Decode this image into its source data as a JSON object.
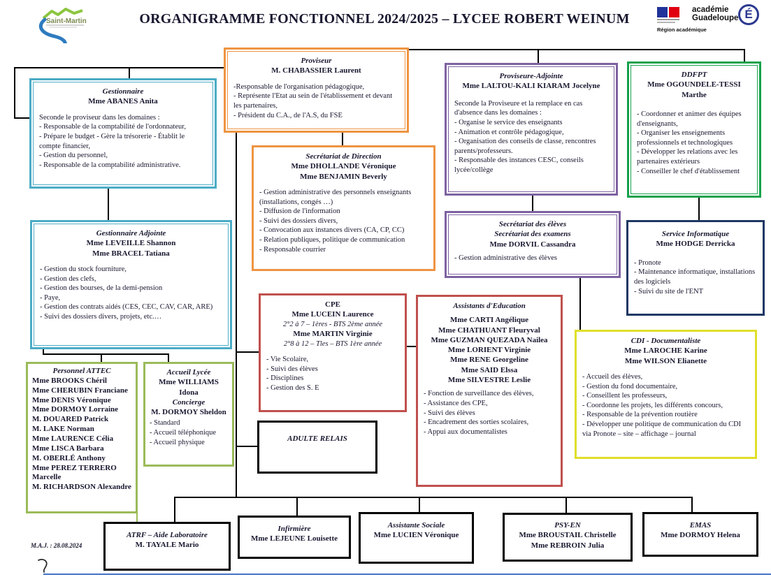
{
  "page": {
    "title": "ORGANIGRAMME FONCTIONNEL 2024/2025 – LYCEE ROBERT WEINUM",
    "maj": "M.A.J. : 28.08.2024"
  },
  "logos": {
    "saint_martin": "Saint-Martin",
    "academie_line1": "académie",
    "academie_line2": "Guadeloupe",
    "academie_badge": "É",
    "academie_caption": "Région académique"
  },
  "colors": {
    "orange": "#EE9442",
    "teal": "#4BACC6",
    "purple": "#7E62A1",
    "green": "#15A24B",
    "navy": "#1F3864",
    "red": "#C0504D",
    "yellow": "#DFDF2A",
    "olive": "#9BBB59",
    "black": "#000000",
    "bottom_rule_blue": "#4472C4",
    "text": "#181830"
  },
  "boxes": {
    "proviseur": {
      "accent": "#EE9442",
      "role": "Proviseur",
      "names": [
        "M. CHABASSIER Laurent"
      ],
      "duties": [
        "-Responsable de l'organisation pédagogique,",
        "- Représente l'Etat au sein de l'établissement et devant les partenaires,",
        "- Président du C.A., de l'A.S, du FSE"
      ]
    },
    "gestionnaire": {
      "accent": "#4BACC6",
      "role": "Gestionnaire",
      "names": [
        "Mme ABANES Anita"
      ],
      "duties": [
        "Seconde le proviseur dans les domaines :",
        "- Responsable de la comptabilité de l'ordonnateur,",
        "- Prépare le budget - Gère la trésorerie - Établit le compte financier,",
        "- Gestion du personnel,",
        "- Responsable de la comptabilité administrative."
      ]
    },
    "proviseure_adjointe": {
      "accent": "#7E62A1",
      "role": "Proviseure-Adjointe",
      "names": [
        "Mme LALTOU-KALI KIARAM Jocelyne"
      ],
      "duties": [
        "Seconde la Proviseure et la remplace en cas d'absence dans les domaines :",
        "- Organise le service des enseignants",
        "- Animation et contrôle pédagogique,",
        "- Organisation des conseils de classe, rencontres parents/professeurs.",
        "- Responsable des instances CESC, conseils lycée/collège"
      ]
    },
    "ddfpt": {
      "accent": "#15A24B",
      "role": "DDFPT",
      "names": [
        "Mme OGOUNDELE-TESSI Marthe"
      ],
      "duties": [
        "- Coordonner et animer des équipes d'enseignants,",
        "- Organiser les enseignements professionnels et technologiques",
        "- Développer les relations avec les partenaires extérieurs",
        "- Conseiller le chef d'établissement"
      ]
    },
    "secretariat_direction": {
      "accent": "#EE9442",
      "role": "Secrétariat de Direction",
      "names": [
        "Mme DHOLLANDE Véronique",
        "Mme BENJAMIN Beverly"
      ],
      "duties": [
        "- Gestion administrative des personnels enseignants (installations, congés …)",
        "- Diffusion de l'information",
        "- Suivi des dossiers divers,",
        "- Convocation aux instances divers (CA, CP, CC)",
        "- Relation publiques, politique de communication",
        "- Responsable courrier"
      ]
    },
    "gestionnaire_adjointe": {
      "accent": "#4BACC6",
      "role": "Gestionnaire Adjointe",
      "names": [
        "Mme LEVEILLE Shannon",
        "Mme BRACEL Tatiana"
      ],
      "duties": [
        "- Gestion du stock fourniture,",
        "- Gestion des clefs,",
        "- Gestion des bourses, de la demi-pension",
        "- Paye,",
        "- Gestion des contrats aidés (CES, CEC, CAV, CAR, ARE)",
        "- Suivi des dossiers divers, projets, etc.…"
      ]
    },
    "secretariat_eleves": {
      "accent": "#7E62A1",
      "role": "Secrétariat des élèves",
      "role2": "Secrétariat des examens",
      "names": [
        "Mme DORVIL Cassandra"
      ],
      "duties": [
        "- Gestion administrative des élèves"
      ]
    },
    "service_informatique": {
      "accent": "#1F3864",
      "role": "Service Informatique",
      "names": [
        "Mme HODGE Derricka"
      ],
      "duties": [
        "- Pronote",
        "- Maintenance informatique, installations des logiciels",
        "- Suivi du site de l'ENT"
      ]
    },
    "cpe": {
      "accent": "#C0504D",
      "role": "CPE",
      "staff": [
        {
          "name": "Mme LUCEIN Laurence",
          "classes": "2°2 à 7 – 1ères - BTS 2ème année"
        },
        {
          "name": "Mme MARTIN Virginie",
          "classes": "2°8 à 12 – Tles – BTS 1ère année"
        }
      ],
      "duties": [
        "- Vie Scolaire,",
        "- Suivi des élèves",
        "- Disciplines",
        "- Gestion des S. E"
      ]
    },
    "assistants_education": {
      "accent": "#C0504D",
      "role": "Assistants d'Education",
      "names": [
        "Mme CARTI Angélique",
        "Mme CHATHUANT Fleuryval",
        "Mme GUZMAN QUEZADA Nailea",
        "Mme LORIENT Virginie",
        "Mme RENE Georgeline",
        "Mme SAID Elssa",
        "Mme SILVESTRE Leslie"
      ],
      "duties": [
        "- Fonction de surveillance des élèves,",
        "- Assistance des CPE,",
        "- Suivi des élèves",
        "- Encadrement des sorties scolaires,",
        "- Appui aux documentalistes"
      ]
    },
    "cdi": {
      "accent": "#DFDF2A",
      "role": "CDI - Documentaliste",
      "names": [
        "Mme LAROCHE Karine",
        "Mme WILSON Elianette"
      ],
      "duties": [
        "- Accueil des élèves,",
        "- Gestion du fond documentaire,",
        "- Conseillent les professeurs,",
        "- Coordonne les projets, les différents concours,",
        "- Responsable de la prévention routière",
        "- Développer une politique de communication du CDI via Pronote – site – affichage – journal"
      ]
    },
    "personnel_attec": {
      "accent": "#9BBB59",
      "role": "Personnel ATTEC",
      "names": [
        "Mme BROOKS Chéril",
        "Mme CHERUBIN Franciane",
        "Mme DENIS Véronique",
        "Mme DORMOY Lorraine",
        "M. DOUARED Patrick",
        "M. LAKE Norman",
        "Mme LAURENCE Célia",
        "Mme LISCA Barbara",
        "M. OBERLÉ Anthony",
        "Mme PEREZ TERRERO Marcelle",
        "M. RICHARDSON Alexandre"
      ]
    },
    "accueil_lycee": {
      "accent": "#9BBB59",
      "role": "Accueil Lycée",
      "names": [
        "Mme WILLIAMS Idona"
      ],
      "role2": "Concierge",
      "names2": [
        "M. DORMOY Sheldon"
      ],
      "duties": [
        "- Standard",
        "- Accueil téléphonique",
        "- Accueil physique"
      ]
    },
    "adulte_relais": {
      "accent": "#000000",
      "role": "ADULTE RELAIS"
    },
    "atrf": {
      "accent": "#000000",
      "role": "ATRF – Aide Laboratoire",
      "names": [
        "M. TAYALE Mario"
      ]
    },
    "infirmiere": {
      "accent": "#000000",
      "role": "Infirmière",
      "names": [
        "Mme LEJEUNE Louisette"
      ]
    },
    "assistante_sociale": {
      "accent": "#000000",
      "role": "Assistante Sociale",
      "names": [
        "Mme LUCIEN Véronique"
      ]
    },
    "psy_en": {
      "accent": "#000000",
      "role": "PSY-EN",
      "names": [
        "Mme BROUSTAIL Christelle",
        "Mme REBROIN Julia"
      ]
    },
    "emas": {
      "accent": "#000000",
      "role": "EMAS",
      "names": [
        "Mme DORMOY Helena"
      ]
    }
  }
}
